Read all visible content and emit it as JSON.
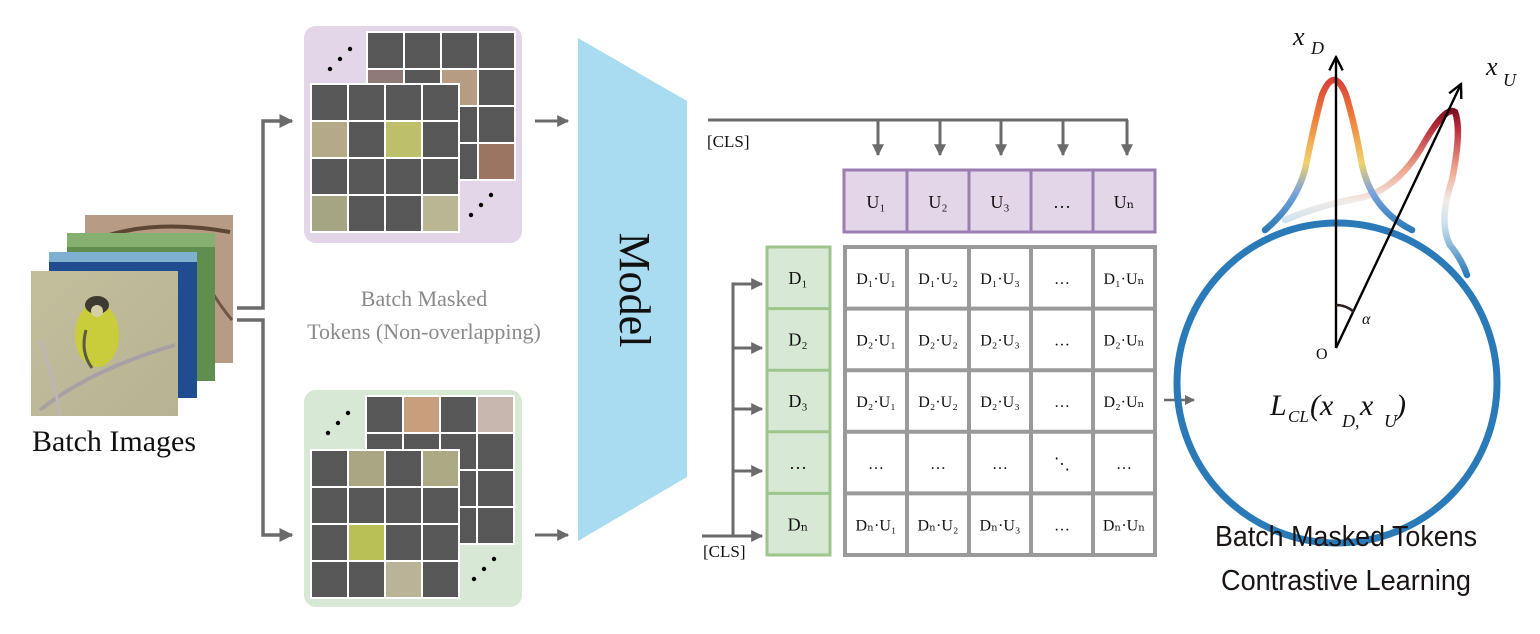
{
  "labels": {
    "batch_images": "Batch Images",
    "masked_tokens_line1": "Batch Masked",
    "masked_tokens_line2": "Tokens (Non-overlapping)",
    "model": "Model",
    "cls_top": "[CLS]",
    "cls_bottom": "[CLS]",
    "caption_line1": "Batch Masked Tokens",
    "caption_line2": "Contrastive Learning",
    "x_d": "x",
    "x_d_sub": "D",
    "x_u": "x",
    "x_u_sub": "U",
    "alpha": "α",
    "origin": "O",
    "loss_L": "L",
    "loss_sub": "CL",
    "loss_args": "(x",
    "loss_d": "D,",
    "loss_x2": " x",
    "loss_u": "U",
    "loss_close": ")"
  },
  "colors": {
    "arrow": "#6b6b6b",
    "purple_panel": "#e2d6e8",
    "green_panel": "#d7e8d4",
    "mask_tile": "#575757",
    "model": "#a9dcf1",
    "u_fill": "#e2d6e8",
    "u_border": "#9b7daf",
    "d_fill": "#d7e8d4",
    "d_border": "#9fc58c",
    "grid_border": "#9a9a9a",
    "sphere": "#2a7ab8"
  },
  "u_tokens": [
    "U₁",
    "U₂",
    "U₃",
    "…",
    "Uₙ"
  ],
  "d_tokens": [
    "D₁",
    "D₂",
    "D₃",
    "…",
    "Dₙ"
  ],
  "similarity_matrix": [
    [
      "D₁·U₁",
      "D₁·U₂",
      "D₁·U₃",
      "…",
      "D₁·Uₙ"
    ],
    [
      "D₂·U₁",
      "D₂·U₂",
      "D₂·U₃",
      "…",
      "D₂·Uₙ"
    ],
    [
      "D₂·U₁",
      "D₂·U₂",
      "D₂·U₃",
      "…",
      "D₂·Uₙ"
    ],
    [
      "…",
      "…",
      "…",
      "⋱",
      "…"
    ],
    [
      "Dₙ·U₁",
      "Dₙ·U₂",
      "Dₙ·U₃",
      "…",
      "Dₙ·Uₙ"
    ]
  ]
}
